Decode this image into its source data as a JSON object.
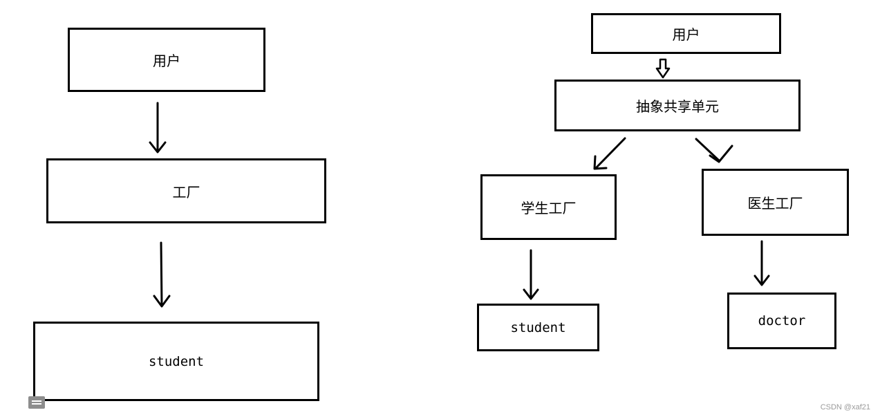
{
  "left_diagram": {
    "user_label": "用户",
    "factory_label": "工厂",
    "student_label": "student"
  },
  "right_diagram": {
    "user_label": "用户",
    "abstract_unit_label": "抽象共享单元",
    "student_factory_label": "学生工厂",
    "doctor_factory_label": "医生工厂",
    "student_label": "student",
    "doctor_label": "doctor"
  },
  "watermark": "CSDN @xaf21",
  "icons": {
    "bottom_left": "document-icon"
  }
}
